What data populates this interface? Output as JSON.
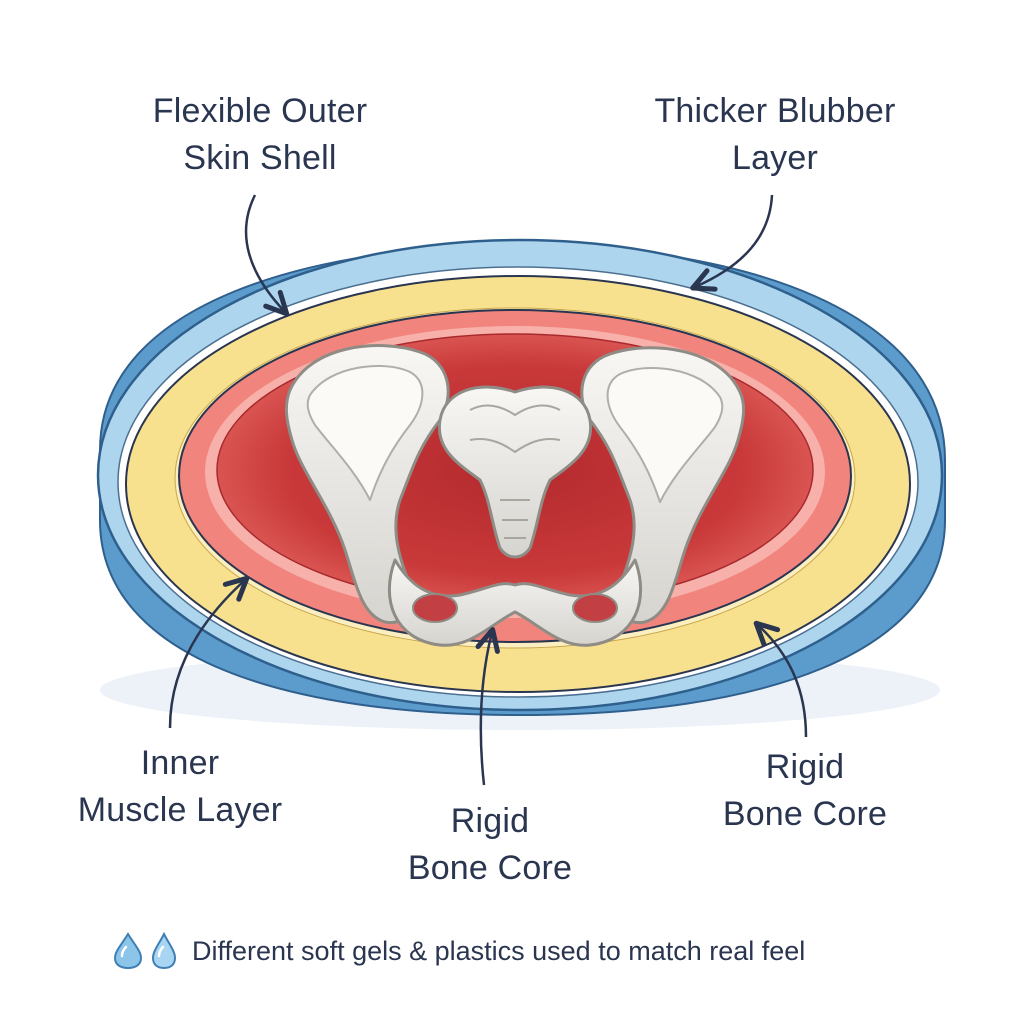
{
  "labels": {
    "skin": {
      "line1": "Flexible Outer",
      "line2": "Skin Shell"
    },
    "blubber": {
      "line1": "Thicker Blubber",
      "line2": "Layer"
    },
    "muscle": {
      "line1": "Inner",
      "line2": "Muscle Layer"
    },
    "bone_center": {
      "line1": "Rigid",
      "line2": "Bone Core"
    },
    "bone_right": {
      "line1": "Rigid",
      "line2": "Bone Core"
    }
  },
  "footnote": {
    "text": "Different soft gels & plastics used to match real feel",
    "icon": "water-droplet-icon"
  },
  "colors": {
    "skin": "#a9d4ec",
    "skin_edge": "#4f8fc4",
    "blubber": "#f6df8a",
    "muscle_outer": "#f2857f",
    "muscle_inner": "#c8383a",
    "bone": "#ecebe7",
    "text": "#2a3550"
  }
}
